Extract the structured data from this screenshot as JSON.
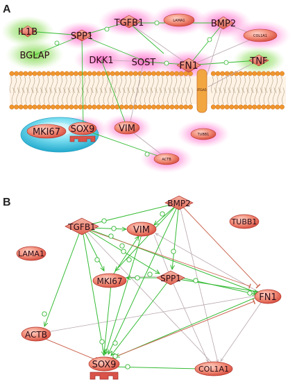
{
  "panels": {
    "a": {
      "label": "A",
      "membrane_label": "ITGA5",
      "nodes": {
        "il1b": "IL1B",
        "spp1": "SPP1",
        "tgfb1": "TGFB1",
        "lama1": "LAMA1",
        "bmp2": "BMP2",
        "col1a1": "COL1A1",
        "bglap": "BGLAP",
        "dkk1": "DKK1",
        "sost": "SOST",
        "fn1": "FN1",
        "tnf": "TNF",
        "mki67": "MKI67",
        "sox9": "SOX9",
        "vim": "VIM",
        "tubb1": "TUBB1",
        "actb": "ACTB"
      }
    },
    "b": {
      "label": "B",
      "nodes": {
        "bmp2": "BMP2",
        "tgfb1": "TGFB1",
        "vim": "VIM",
        "tubb1": "TUBB1",
        "lama1": "LAMA1",
        "mki67": "MKI67",
        "spp1": "SPP1",
        "fn1": "FN1",
        "actb": "ACTB",
        "sox9": "SOX9",
        "col1a1": "COL1A1"
      }
    }
  },
  "colors": {
    "node_fill": "#e9826f",
    "node_stroke": "#b2322a",
    "activation_edge": "#33bb33",
    "inhibition_edge": "#cc6a55",
    "binding_edge": "#b8a6ad",
    "membrane": "#f0962e",
    "nucleus": "#3fc6e0",
    "glow_pink": "#ff66cc",
    "glow_green": "#88dd55"
  }
}
